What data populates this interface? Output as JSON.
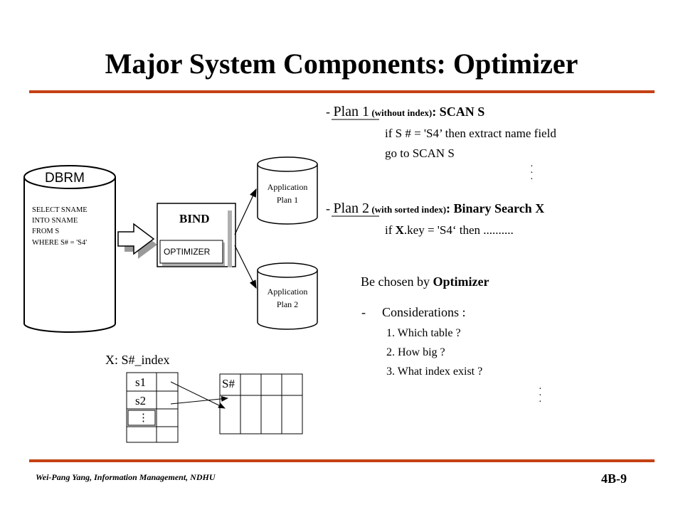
{
  "title": "Major System Components: Optimizer",
  "footer": {
    "author": "Wei-Pang Yang, Information Management, NDHU",
    "page": "4B-9"
  },
  "dbrm": {
    "label": "DBRM",
    "query": [
      "SELECT  SNAME",
      "INTO     SNAME",
      "FROM    S",
      "WHERE  S# = 'S4'"
    ]
  },
  "bind": {
    "label": "BIND",
    "optimizer": "OPTIMIZER"
  },
  "app_plans": [
    {
      "line1": "Application",
      "line2": "Plan 1"
    },
    {
      "line1": "Application",
      "line2": "Plan 2"
    }
  ],
  "plan1": {
    "dash": "- ",
    "name": "Plan 1",
    "qualifier": " (without index)",
    "method": ": SCAN S",
    "lines": [
      "if  S # = 'S4’ then extract name field",
      "go to SCAN S"
    ]
  },
  "plan2": {
    "dash": "- ",
    "name": "Plan 2",
    "qualifier": " (with sorted index)",
    "method": ": Binary Search X",
    "line_pre": "if ",
    "line_bold": "X",
    "line_post": ".key = 'S4‘ then .........."
  },
  "chosen": {
    "text": "Be chosen by ",
    "bold": "Optimizer"
  },
  "considerations": {
    "dash": "-",
    "heading": "Considerations :",
    "items": [
      "1.  Which table ?",
      "2.  How big ?",
      "3.  What index exist ?"
    ]
  },
  "index": {
    "label": "X: S#_index",
    "rows": [
      "s1",
      "s2",
      "⋮"
    ],
    "table_header": "S#"
  },
  "ellipsis": "·"
}
